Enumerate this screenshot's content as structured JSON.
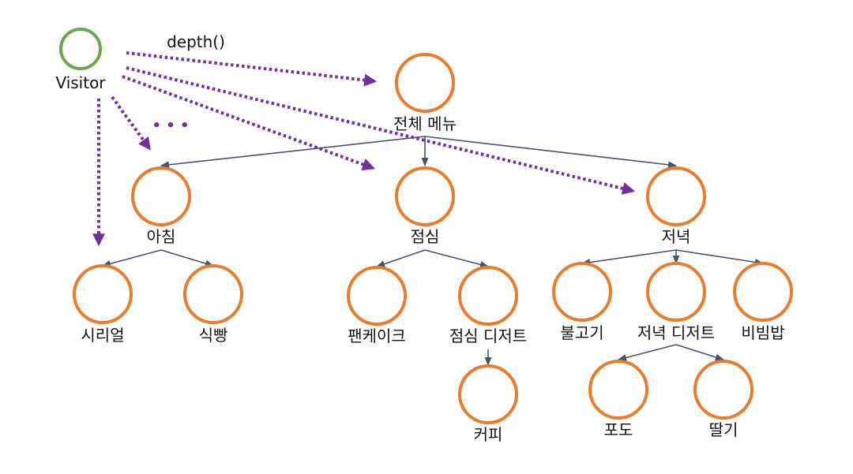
{
  "visitor": {
    "label": "Visitor",
    "color": "#6aa84f"
  },
  "call_label": "depth()",
  "ellipsis": "• • •",
  "colors": {
    "node": "#e87d2e",
    "edge": "#44546a",
    "visitor_arrow": "#7030a0"
  },
  "nodes": {
    "root": "전체 메뉴",
    "breakfast": "아침",
    "lunch": "점심",
    "dinner": "저녁",
    "cereal": "시리얼",
    "bread": "식빵",
    "pancake": "팬케이크",
    "lunch_dessert": "점심 디저트",
    "coffee": "커피",
    "bulgogi": "불고기",
    "dinner_dessert": "저녁 디저트",
    "bibimbap": "비빔밥",
    "grape": "포도",
    "strawberry": "딸기"
  }
}
